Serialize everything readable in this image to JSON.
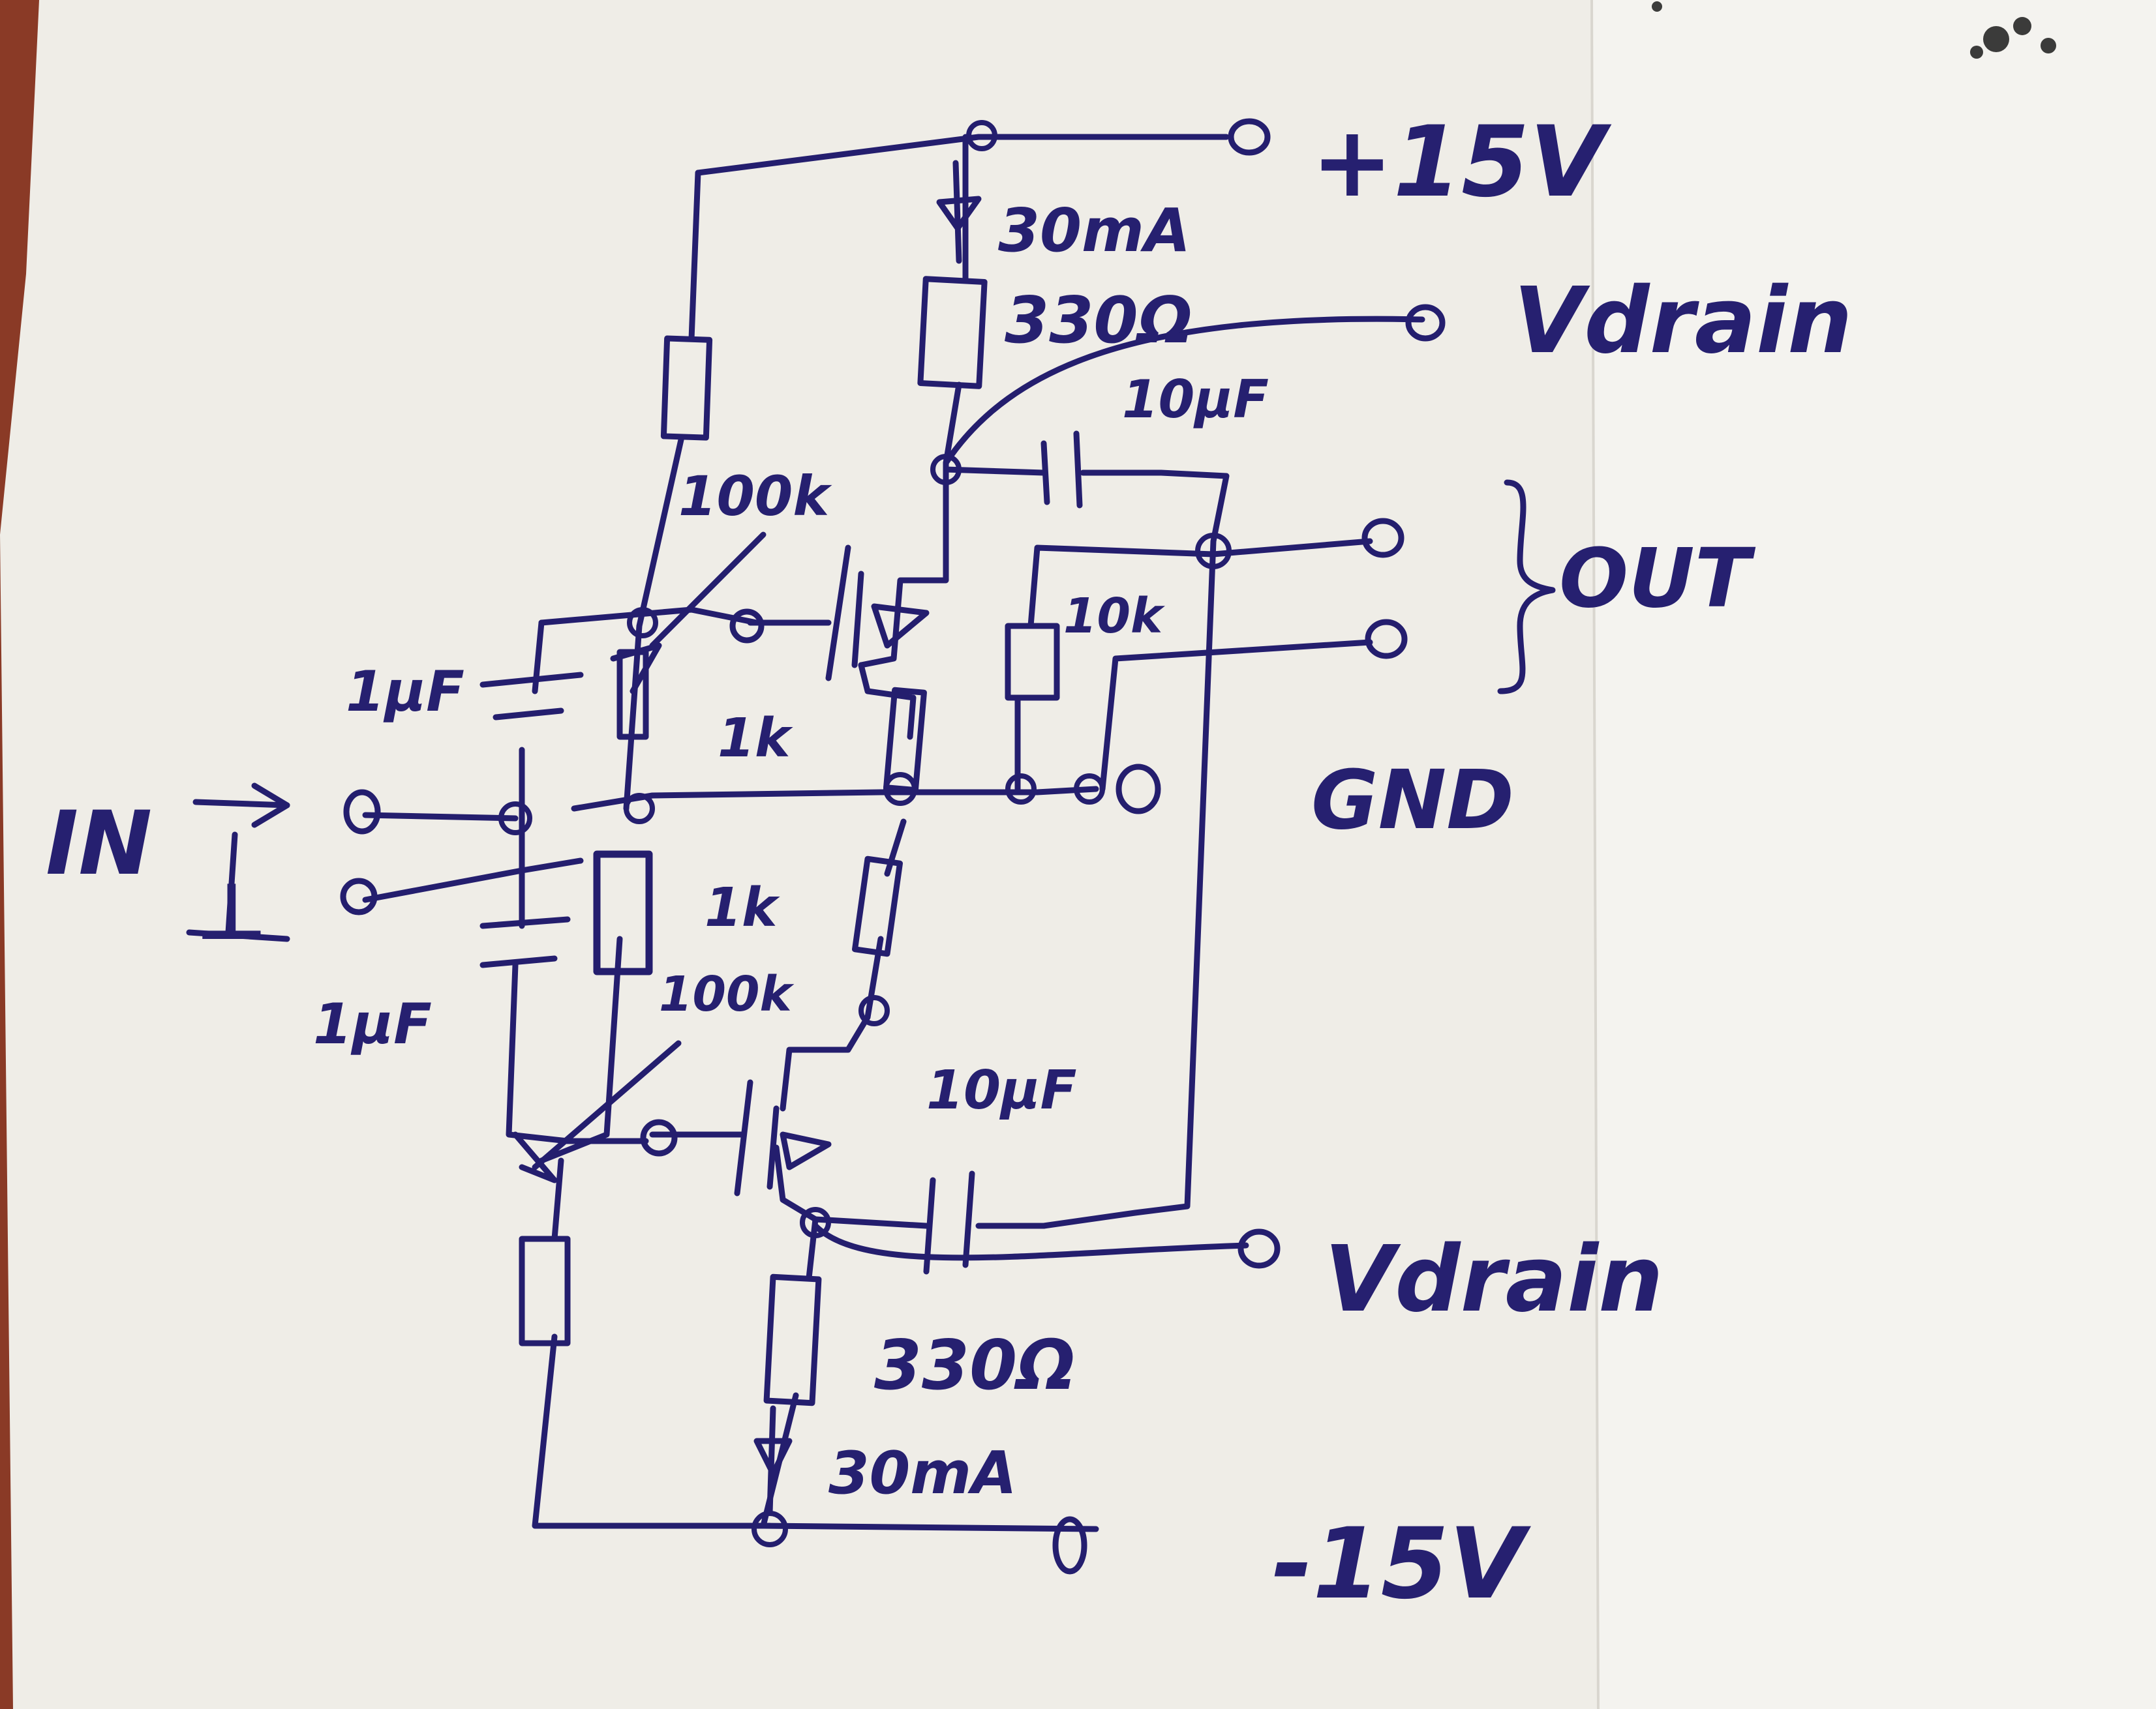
{
  "diagram": {
    "supply": {
      "positive_label": "+15V",
      "negative_label": "-15V",
      "top_current": "30mA",
      "bottom_current": "30mA"
    },
    "resistors": {
      "drain_top": "330Ω",
      "drain_bottom": "330Ω",
      "bias_top": "100k",
      "bias_bottom": "100k",
      "gate_network_top": "1k",
      "gate_network_bottom": "1k",
      "output_load": "10k"
    },
    "capacitors": {
      "input_top": "1µF",
      "input_bottom": "1µF",
      "coupling_top": "10µF",
      "coupling_bottom": "10µF"
    },
    "terminals": {
      "input": "IN",
      "ground_symbol": "⊥",
      "vdrain_top": "Vdrain",
      "vdrain_bottom": "Vdrain",
      "output": "OUT",
      "ground": "GND"
    },
    "colors": {
      "ink": "#241e6e",
      "paper": "#f1efea",
      "backdrop": "#8a3a26"
    }
  }
}
